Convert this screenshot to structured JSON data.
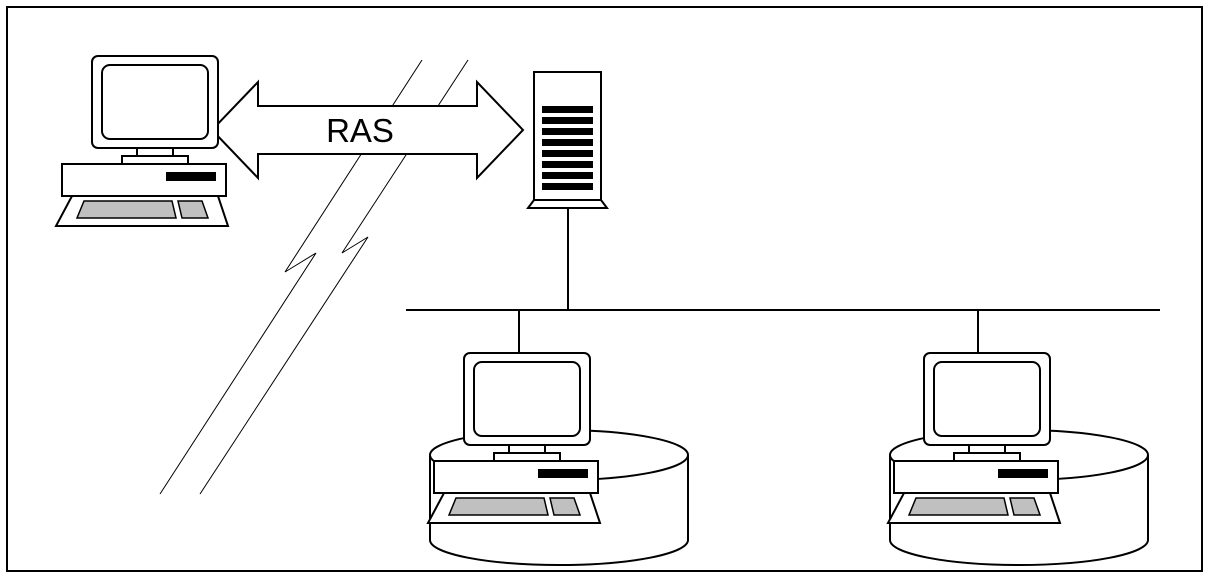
{
  "diagram": {
    "arrow_label": "RAS",
    "nodes": [
      {
        "id": "remote-client",
        "icon": "desktop-computer-icon"
      },
      {
        "id": "server",
        "icon": "tower-server-icon"
      },
      {
        "id": "lan-workstation-1",
        "icon": "desktop-computer-with-disk-icon"
      },
      {
        "id": "lan-workstation-2",
        "icon": "desktop-computer-with-disk-icon"
      }
    ],
    "connections": [
      {
        "from": "remote-client",
        "to": "server",
        "type": "dial-up-link",
        "label_ref": "arrow_label"
      },
      {
        "from": "server",
        "to": "lan-bus",
        "type": "wired"
      },
      {
        "from": "lan-bus",
        "to": "lan-workstation-1",
        "type": "wired"
      },
      {
        "from": "lan-bus",
        "to": "lan-workstation-2",
        "type": "wired"
      }
    ],
    "colors": {
      "stroke": "#000000",
      "fill": "#ffffff",
      "keyboard_gray": "#c0c0c0",
      "drive_slot": "#000000"
    }
  }
}
